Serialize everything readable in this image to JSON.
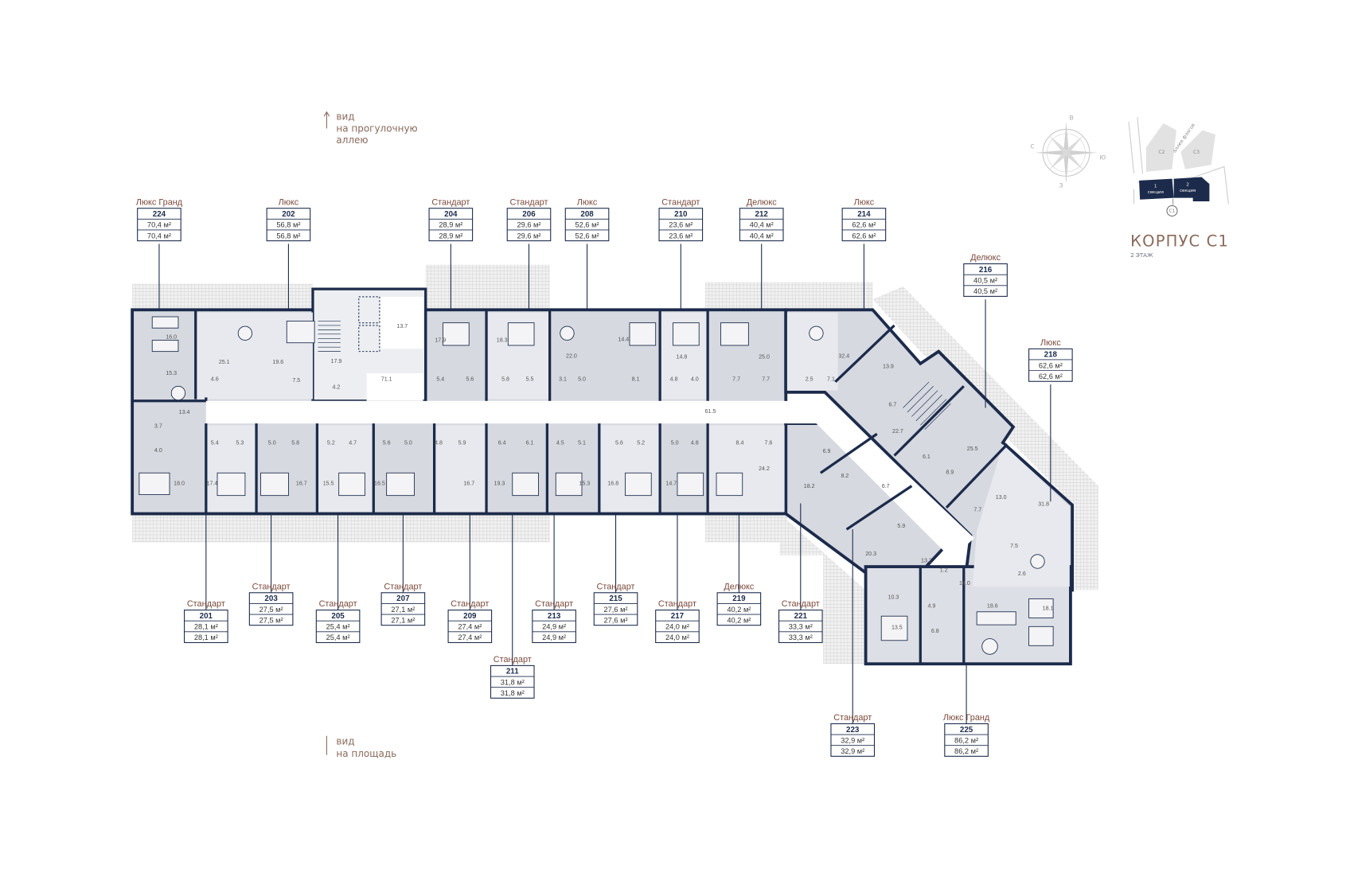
{
  "view_top": {
    "line1": "вид",
    "line2": "на прогулочную",
    "line3": "аллею"
  },
  "view_bottom": {
    "line1": "вид",
    "line2": "на площадь"
  },
  "compass": {
    "north": "в",
    "west": "с",
    "east": "ю",
    "south": "з"
  },
  "keyplan": {
    "buildings": [
      "C2",
      "C3",
      "C1"
    ],
    "alley": "аллея флагов",
    "sections": [
      {
        "num": "1",
        "label": "секция"
      },
      {
        "num": "2",
        "label": "секция"
      }
    ]
  },
  "header": {
    "title": "КОРПУС C1",
    "floor": "2 ЭТАЖ"
  },
  "colors": {
    "navy": "#1c2b4b",
    "room": "#d6d9e0",
    "room_light": "#e8e9ee",
    "label": "#7b4a3c"
  },
  "units": [
    {
      "num": "224",
      "type": "Люкс Гранд",
      "area1": "70,4 м²",
      "area2": "70,4 м²"
    },
    {
      "num": "202",
      "type": "Люкс",
      "area1": "56,8 м²",
      "area2": "56,8 м²"
    },
    {
      "num": "204",
      "type": "Стандарт",
      "area1": "28,9 м²",
      "area2": "28,9 м²"
    },
    {
      "num": "206",
      "type": "Стандарт",
      "area1": "29,6 м²",
      "area2": "29,6 м²"
    },
    {
      "num": "208",
      "type": "Люкс",
      "area1": "52,6 м²",
      "area2": "52,6 м²"
    },
    {
      "num": "210",
      "type": "Стандарт",
      "area1": "23,6 м²",
      "area2": "23,6 м²"
    },
    {
      "num": "212",
      "type": "Делюкс",
      "area1": "40,4 м²",
      "area2": "40,4 м²"
    },
    {
      "num": "214",
      "type": "Люкс",
      "area1": "62,6 м²",
      "area2": "62,6 м²"
    },
    {
      "num": "216",
      "type": "Делюкс",
      "area1": "40,5 м²",
      "area2": "40,5 м²"
    },
    {
      "num": "218",
      "type": "Люкс",
      "area1": "62,6 м²",
      "area2": "62,6 м²"
    },
    {
      "num": "201",
      "type": "Стандарт",
      "area1": "28,1 м²",
      "area2": "28,1 м²"
    },
    {
      "num": "203",
      "type": "Стандарт",
      "area1": "27,5 м²",
      "area2": "27,5 м²"
    },
    {
      "num": "205",
      "type": "Стандарт",
      "area1": "25,4 м²",
      "area2": "25,4 м²"
    },
    {
      "num": "207",
      "type": "Стандарт",
      "area1": "27,1 м²",
      "area2": "27,1 м²"
    },
    {
      "num": "209",
      "type": "Стандарт",
      "area1": "27,4 м²",
      "area2": "27,4 м²"
    },
    {
      "num": "211",
      "type": "Стандарт",
      "area1": "31,8 м²",
      "area2": "31,8 м²"
    },
    {
      "num": "213",
      "type": "Стандарт",
      "area1": "24,9 м²",
      "area2": "24,9 м²"
    },
    {
      "num": "215",
      "type": "Стандарт",
      "area1": "27,6 м²",
      "area2": "27,6 м²"
    },
    {
      "num": "217",
      "type": "Стандарт",
      "area1": "24,0 м²",
      "area2": "24,0 м²"
    },
    {
      "num": "219",
      "type": "Делюкс",
      "area1": "40,2 м²",
      "area2": "40,2 м²"
    },
    {
      "num": "221",
      "type": "Стандарт",
      "area1": "33,3 м²",
      "area2": "33,3 м²"
    },
    {
      "num": "223",
      "type": "Стандарт",
      "area1": "32,9 м²",
      "area2": "32,9 м²"
    },
    {
      "num": "225",
      "type": "Люкс Гранд",
      "area1": "86,2 м²",
      "area2": "86,2 м²"
    }
  ],
  "rooms": [
    "16.0",
    "25.1",
    "19.6",
    "15.3",
    "4.6",
    "7.5",
    "17.9",
    "13.7",
    "71.1",
    "4.2",
    "13.4",
    "3.7",
    "4.0",
    "18.0",
    "5.4",
    "5.3",
    "5.0",
    "5.8",
    "5.2",
    "4.7",
    "5.6",
    "5.0",
    "4.8",
    "5.9",
    "6.4",
    "6.1",
    "4.5",
    "5.1",
    "5.6",
    "5.2",
    "5.0",
    "4.8",
    "8.4",
    "7.6",
    "17.4",
    "16.7",
    "15.5",
    "16.5",
    "16.7",
    "19.3",
    "15.3",
    "16.8",
    "14.7",
    "24.2",
    "17.9",
    "18.3",
    "22.0",
    "14.4",
    "14.8",
    "25.0",
    "32.4",
    "5.4",
    "5.6",
    "5.8",
    "5.5",
    "3.1",
    "5.0",
    "8.1",
    "4.8",
    "4.0",
    "7.7",
    "7.7",
    "2.5",
    "7.1",
    "61.5",
    "13.9",
    "6.7",
    "22.7",
    "25.5",
    "6.1",
    "8.9",
    "6.9",
    "8.2",
    "18.2",
    "6.7",
    "5.9",
    "20.3",
    "13.0",
    "7.7",
    "31.8",
    "7.5",
    "13.2",
    "1.2",
    "2.6",
    "14.0",
    "10.3",
    "4.9",
    "18.6",
    "18.1",
    "13.5",
    "6.8"
  ]
}
